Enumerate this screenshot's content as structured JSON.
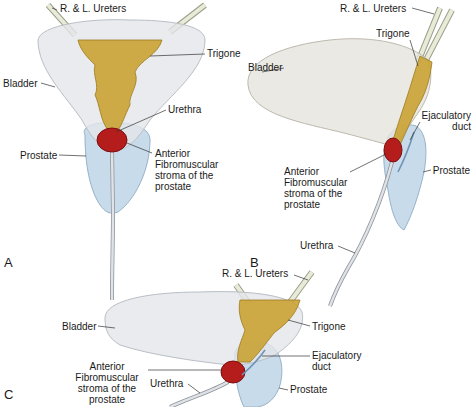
{
  "diagram": {
    "labels": [
      "R. & L. Ureters",
      "Bladder",
      "Trigone",
      "Urethra",
      "Prostate",
      "Anterior Fibromuscular stroma of the prostate",
      "A",
      "R. & L. Ureters",
      "Bladder",
      "Trigone",
      "Ejaculatory duct",
      "Urethra",
      "Prostate",
      "Anterior Fibromuscular stroma of the prostate",
      "B",
      "R. & L. Ureters",
      "Bladder",
      "Trigone",
      "Ejaculatory duct",
      "Urethra",
      "Anterior Fibromuscular stroma of the prostate",
      "Prostate",
      "C"
    ]
  }
}
